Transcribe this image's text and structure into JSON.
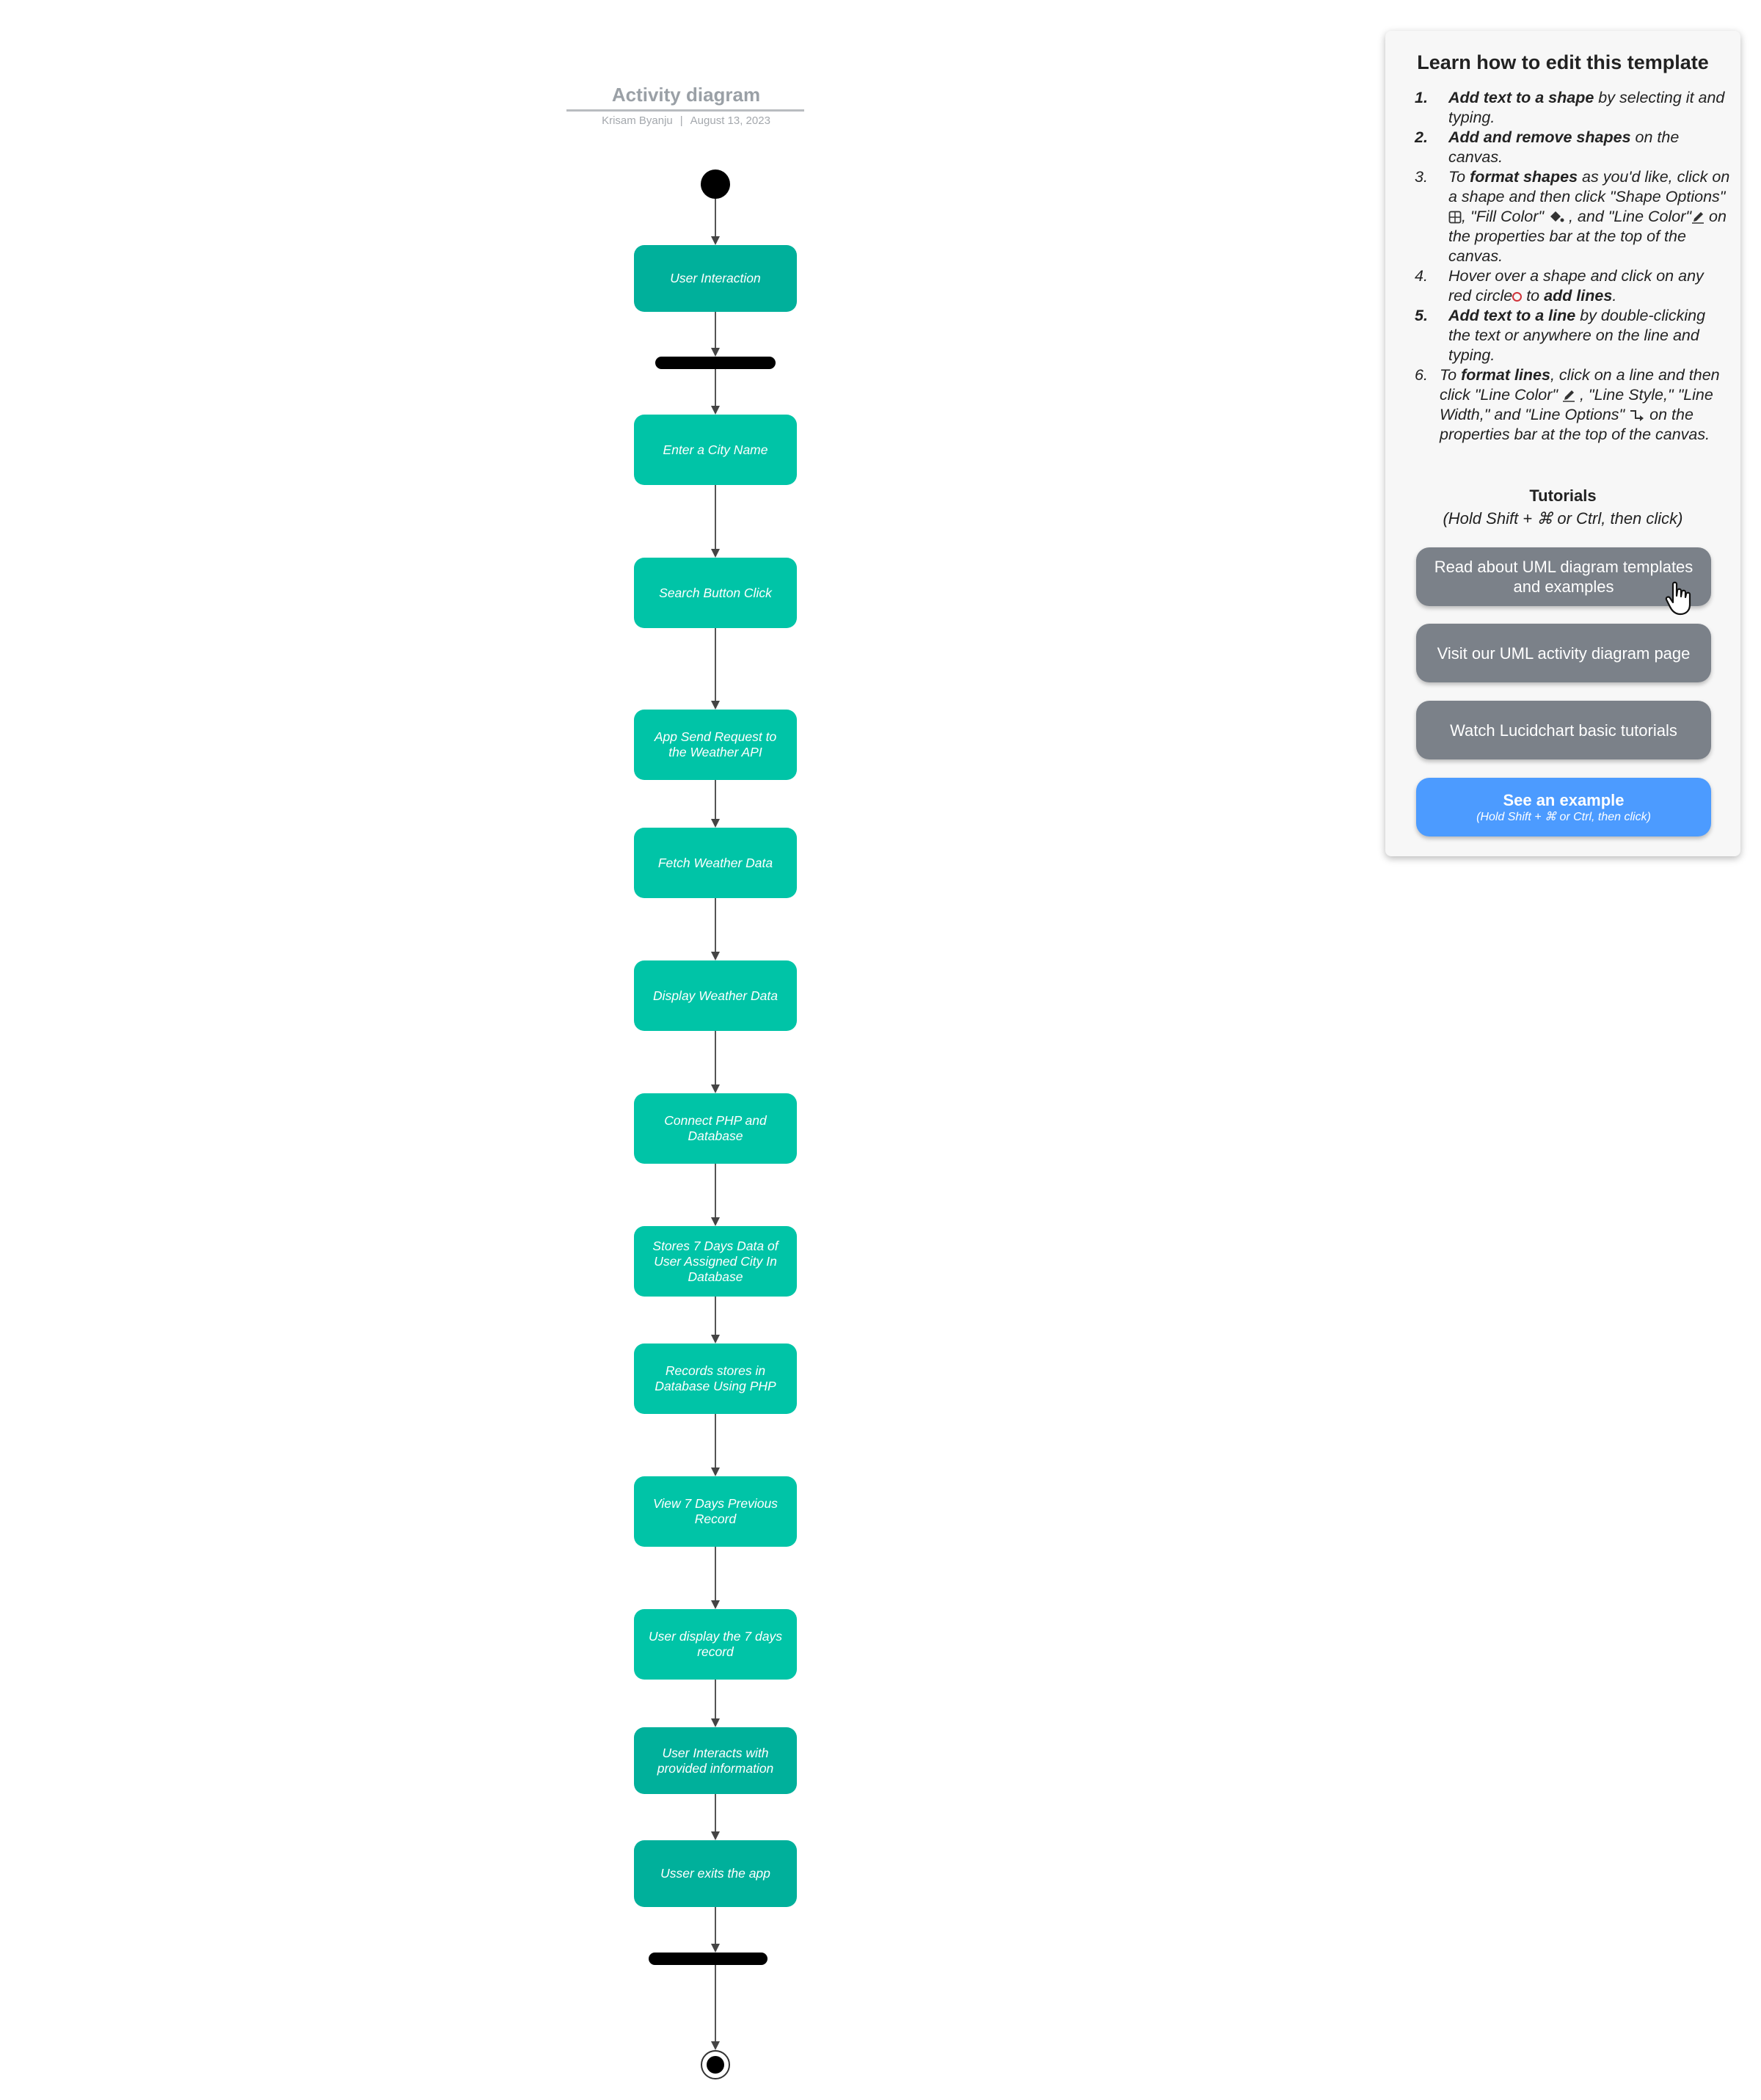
{
  "document": {
    "title": "Activity diagram",
    "author": "Krisam Byanju",
    "separator": "|",
    "date": "August 13, 2023"
  },
  "diagram": {
    "nodes": [
      {
        "label": "User Interaction",
        "style": "dark"
      },
      {
        "label": "Enter  a City Name",
        "style": "light"
      },
      {
        "label": "Search  Button Click",
        "style": "light"
      },
      {
        "label": "App Send Request  to the Weather  API",
        "style": "light"
      },
      {
        "label": "Fetch Weather  Data",
        "style": "light"
      },
      {
        "label": "Display Weather Data",
        "style": "light"
      },
      {
        "label": "Connect PHP and Database",
        "style": "light"
      },
      {
        "label": "Stores 7 Days Data of User Assigned  City In Database",
        "style": "light"
      },
      {
        "label": "Records  stores  in Database Using PHP",
        "style": "light"
      },
      {
        "label": "View 7 Days Previous Record",
        "style": "light"
      },
      {
        "label": "User  display the 7 days record",
        "style": "light"
      },
      {
        "label": "User Interacts with provided information",
        "style": "dark"
      },
      {
        "label": "Usser exits the app",
        "style": "dark"
      }
    ],
    "colors": {
      "light": "#00c4a7",
      "dark": "#00b09b",
      "edge": "#555555",
      "bar": "#000000"
    }
  },
  "help_panel": {
    "title": "Learn how to edit this template",
    "steps": [
      {
        "num": "1.",
        "bold_num": true,
        "bold": "Add text to a shape",
        "text": " by selecting it and typing."
      },
      {
        "num": "2.",
        "bold_num": true,
        "bold": "Add and remove shapes",
        "text": " on the canvas."
      },
      {
        "num": "3.",
        "bold_num": false,
        "pre": "To ",
        "bold": "format shapes",
        "text": " as you'd like, click on a shape and then click \"Shape Options\" ",
        "text2": ", \"Fill Color\" ",
        "text3": " , and \"Line Color\"",
        "text4": " on the properties bar at the top of the canvas."
      },
      {
        "num": "4.",
        "bold_num": false,
        "pre": "Hover over a shape and click on any red circle",
        "mid": " to ",
        "bold": "add lines",
        "text": "."
      },
      {
        "num": "5.",
        "bold_num": true,
        "bold": "Add text to a line",
        "text": " by double-clicking the text or anywhere on the line and typing."
      },
      {
        "num": "6.",
        "bold_num": false,
        "pre": "To ",
        "bold": "format lines",
        "text": ", click on a line and then click \"Line Color\" ",
        "text2": " , \"Line Style,\" \"Line Width,\" and \"Line Options\" ",
        "text3": " on the properties bar at the top of the canvas."
      }
    ],
    "icons": [
      "shape-options-icon",
      "fill-color-icon",
      "line-color-icon",
      "red-circle-icon",
      "line-options-icon"
    ],
    "tutorials_title": "Tutorials",
    "tutorials_hint": "(Hold Shift + ⌘ or Ctrl, then click)",
    "buttons": [
      {
        "label": "Read about UML diagram templates and examples"
      },
      {
        "label": "Visit our UML activity diagram page"
      },
      {
        "label": "Watch Lucidchart basic tutorials"
      },
      {
        "label": "See an example",
        "sub": "(Hold Shift + ⌘ or Ctrl, then click)"
      }
    ],
    "colors": {
      "gray_button": "#7b8189",
      "blue_button": "#4c9bff",
      "panel_bg": "#f7f7f7"
    }
  }
}
